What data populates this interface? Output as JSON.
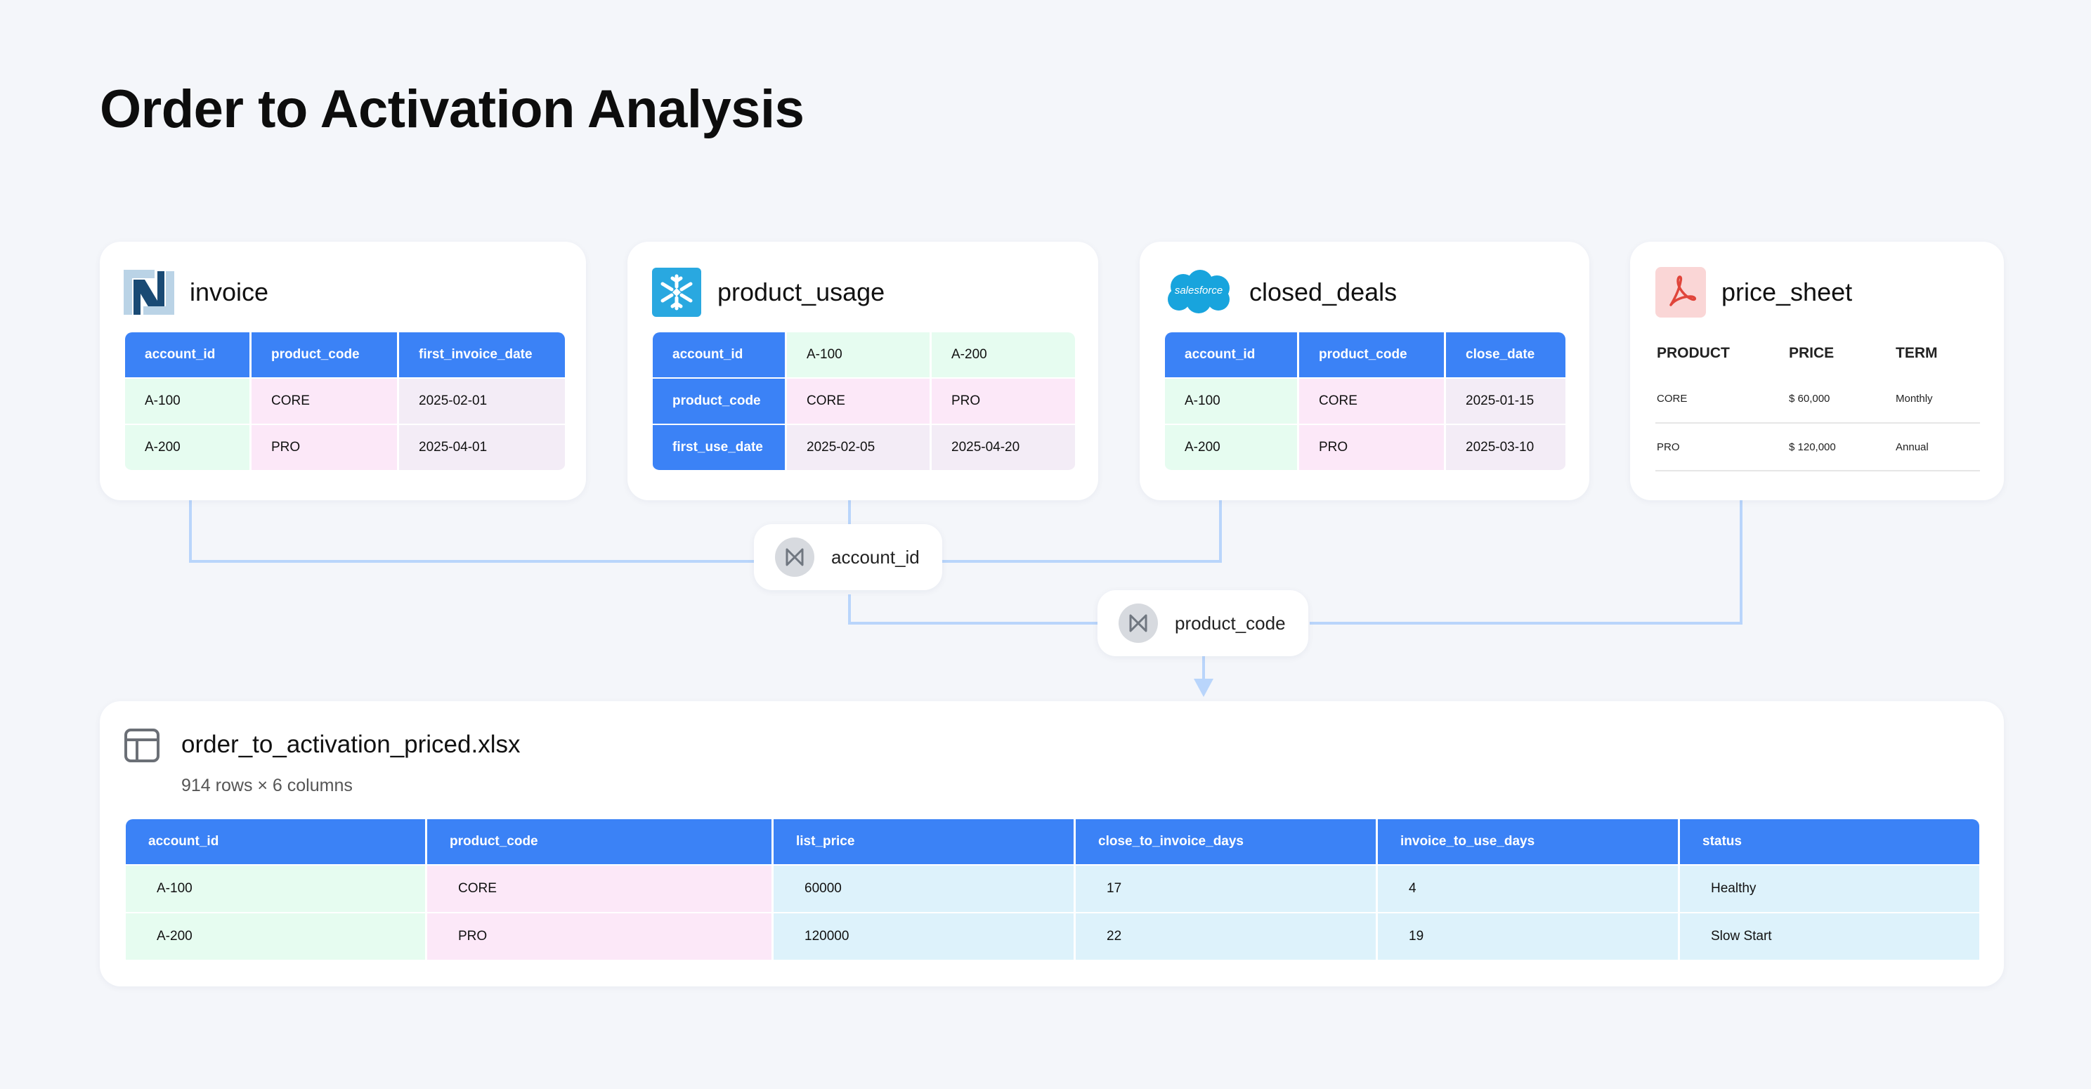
{
  "title": "Order to Activation Analysis",
  "colors": {
    "header_blue": "#3b82f6",
    "wire_blue": "#b9d5fb",
    "cell_green": "#e6fcf0",
    "cell_pink": "#fce8f8",
    "cell_lilac": "#f3ecf6",
    "cell_blue": "#ddf2fb"
  },
  "sources": {
    "invoice": {
      "title": "invoice",
      "icon": "netsuite-logo-icon",
      "columns": [
        "account_id",
        "product_code",
        "first_invoice_date"
      ],
      "rows": [
        [
          "A-100",
          "CORE",
          "2025-02-01"
        ],
        [
          "A-200",
          "PRO",
          "2025-04-01"
        ]
      ]
    },
    "product_usage": {
      "title": "product_usage",
      "icon": "snowflake-logo-icon",
      "rows": [
        [
          "account_id",
          "A-100",
          "A-200"
        ],
        [
          "product_code",
          "CORE",
          "PRO"
        ],
        [
          "first_use_date",
          "2025-02-05",
          "2025-04-20"
        ]
      ]
    },
    "closed_deals": {
      "title": "closed_deals",
      "icon": "salesforce-logo-icon",
      "logo_text": "salesforce",
      "columns": [
        "account_id",
        "product_code",
        "close_date"
      ],
      "rows": [
        [
          "A-100",
          "CORE",
          "2025-01-15"
        ],
        [
          "A-200",
          "PRO",
          "2025-03-10"
        ]
      ]
    },
    "price_sheet": {
      "title": "price_sheet",
      "icon": "pdf-icon",
      "columns": [
        "PRODUCT",
        "PRICE",
        "TERM"
      ],
      "rows": [
        [
          "CORE",
          "$ 60,000",
          "Monthly"
        ],
        [
          "PRO",
          "$ 120,000",
          "Annual"
        ]
      ]
    }
  },
  "joins": [
    {
      "label": "account_id",
      "icon": "join-icon"
    },
    {
      "label": "product_code",
      "icon": "join-icon"
    }
  ],
  "output": {
    "title": "order_to_activation_priced.xlsx",
    "subtitle": "914 rows × 6 columns",
    "icon": "table-icon",
    "columns": [
      "account_id",
      "product_code",
      "list_price",
      "close_to_invoice_days",
      "invoice_to_use_days",
      "status"
    ],
    "rows": [
      [
        "A-100",
        "CORE",
        "60000",
        "17",
        "4",
        "Healthy"
      ],
      [
        "A-200",
        "PRO",
        "120000",
        "22",
        "19",
        "Slow Start"
      ]
    ]
  }
}
